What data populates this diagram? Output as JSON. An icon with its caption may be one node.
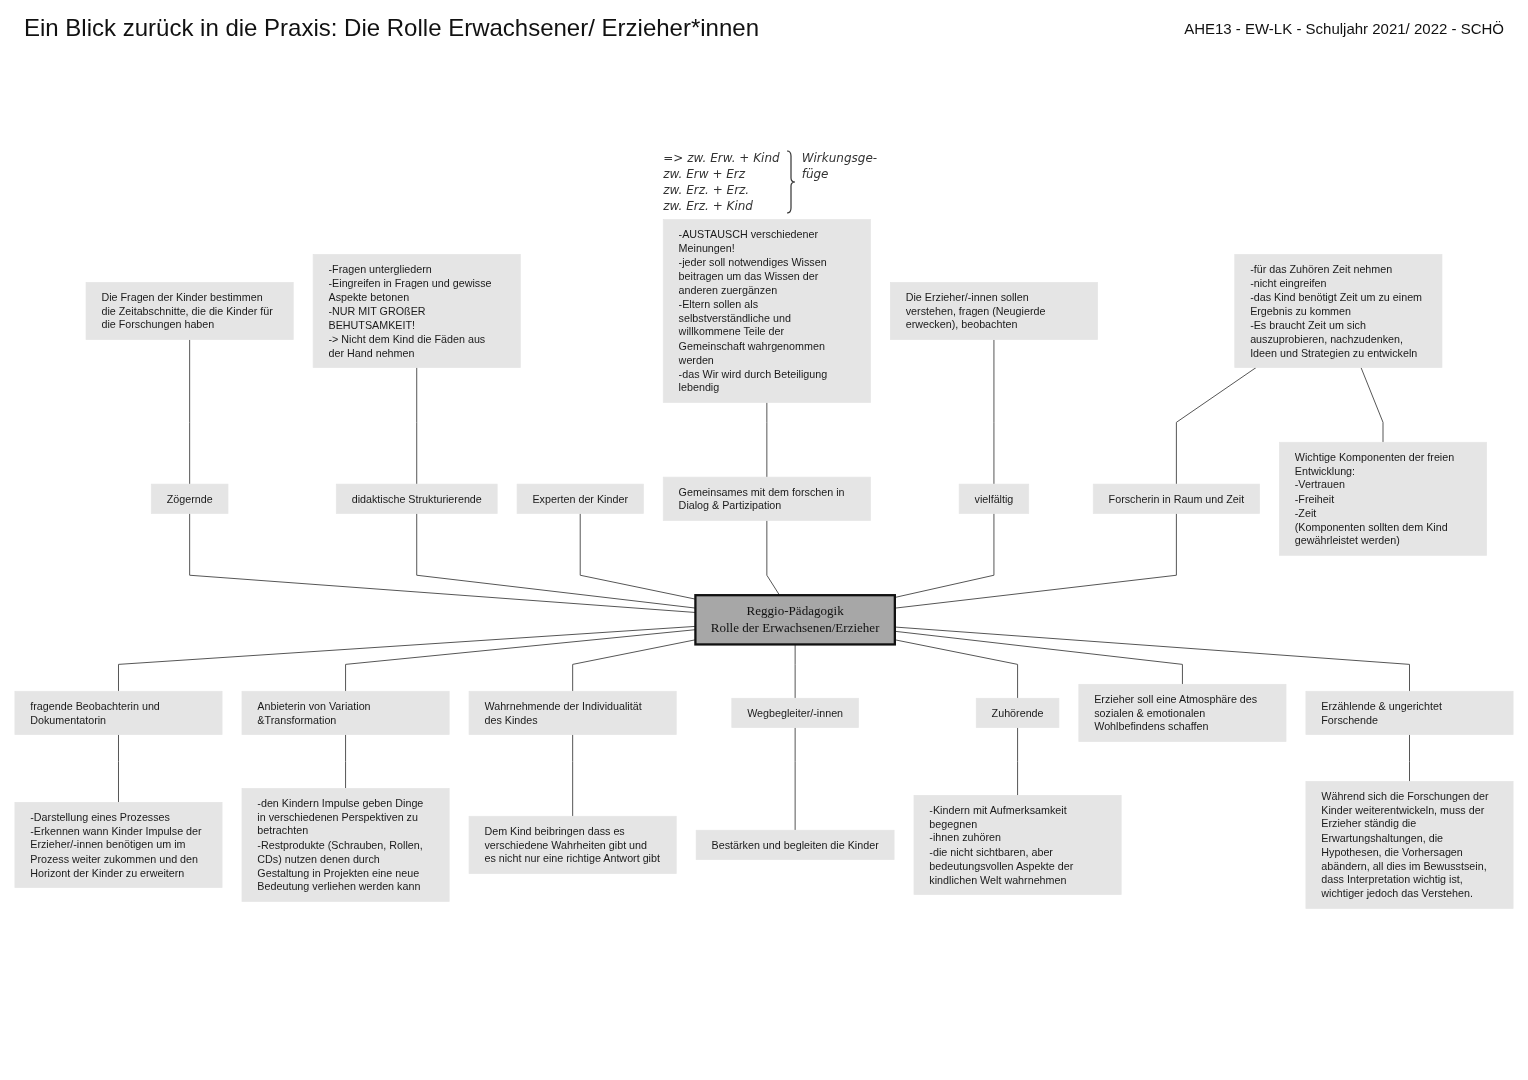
{
  "diagram": {
    "title": "Ein Blick zurück in die Praxis: Die Rolle Erwachsener/ Erzieher*innen",
    "nodes": [
      {
        "text": [
          "Reggio-Pädagogik",
          "Rolle der Erwachsenen/Erzieher"
        ]
      },
      {
        "text": [
          "Zögernde"
        ]
      },
      {
        "text": [
          "Die Fragen der Kinder bestimmen die Zeitabschnitte, die die Kinder für die Forschungen haben"
        ]
      },
      {
        "text": [
          "didaktische Strukturierende"
        ]
      },
      {
        "text": [
          "-Fragen untergliedern",
          "-Eingreifen in Fragen und gewisse Aspekte betonen",
          "-NUR MIT GROßER BEHUTSAMKEIT!",
          "-> Nicht dem Kind die Fäden aus der Hand nehmen"
        ]
      },
      {
        "text": [
          "Experten der Kinder"
        ]
      },
      {
        "text": [
          "Gemeinsames mit dem forschen in Dialog & Partizipation"
        ]
      },
      {
        "text": [
          "-AUSTAUSCH verschiedener Meinungen!",
          "-jeder soll notwendiges Wissen beitragen um das Wissen der anderen zuergänzen",
          "-Eltern sollen als selbstverständliche und willkommene Teile der Gemeinschaft wahrgenommen werden",
          "-das Wir wird durch Beteiligung lebendig"
        ],
        "beside": [
          "=> zw. Erw. + Kind",
          "zw. Erw + Erz",
          "zw. Erz. + Erz.",
          "zw. Erz. + Kind",
          "Wirkungsge- füge"
        ]
      },
      {
        "text": [
          "vielfältig"
        ]
      },
      {
        "text": [
          "Die Erzieher/-innen sollen verstehen, fragen (Neugierde erwecken), beobachten"
        ]
      },
      {
        "text": [
          "fragende Beobachterin und Dokumentatorin"
        ]
      },
      {
        "text": [
          "-Darstellung eines Prozesses",
          "-Erkennen wann Kinder Impulse der Erzieher/-innen benötigen um im Prozess weiter zukommen und den Horizont der Kinder zu erweitern"
        ]
      },
      {
        "text": [
          "Anbieterin von Variation &Transformation"
        ]
      },
      {
        "text": [
          "-den Kindern Impulse geben Dinge in verschiedenen Perspektiven zu betrachten",
          "-Restprodukte (Schrauben, Rollen, CDs) nutzen denen durch Gestaltung in Projekten eine neue Bedeutung verliehen werden kann"
        ]
      },
      {
        "text": [
          "Wahrnehmende der Individualität des Kindes"
        ]
      },
      {
        "text": [
          "Dem Kind beibringen dass es verschiedene Wahrheiten gibt und es nicht nur eine richtige Antwort gibt"
        ]
      },
      {
        "text": [
          "Wegbegleiter/-innen"
        ]
      },
      {
        "text": [
          "Bestärken und begleiten die Kinder"
        ]
      },
      {
        "text": [
          "Zuhörende"
        ]
      },
      {
        "text": [
          "-Kindern mit Aufmerksamkeit begegnen",
          "-ihnen zuhören",
          "-die nicht sichtbaren, aber bedeutungsvollen Aspekte der kindlichen Welt wahrnehmen"
        ]
      },
      {
        "text": [
          "Erzieher soll eine Atmosphäre des sozialen & emotionalen Wohlbefindens schaffen"
        ]
      },
      {
        "text": [
          "Erzählende & ungerichtet Forschende"
        ]
      },
      {
        "text": [
          "Während sich die Forschungen der Kinder weiterentwickeln, muss der Erzieher ständig die Erwartungshaltungen, die Hypothesen, die Vorhersagen abändern, all dies im Bewusstsein, dass Interpretation wichtig ist, wichtiger jedoch das Verstehen."
        ]
      },
      {
        "text": [
          "Forscherin in Raum und Zeit"
        ]
      },
      {
        "text": [
          "-für das Zuhören Zeit nehmen",
          "-nicht eingreifen",
          "-das Kind benötigt Zeit um zu einem Ergebnis zu kommen",
          "-Es braucht Zeit um sich auszuprobieren, nachzudenken, Ideen und Strategien zu entwickeln"
        ]
      },
      {
        "text": [
          "Wichtige Komponenten der freien Entwicklung:",
          "-Vertrauen",
          "-Freiheit",
          "-Zeit",
          "(Komponenten sollten dem Kind gewährleistet werden)"
        ]
      }
    ],
    "edges": [
      {
        "from": 1,
        "to": 0,
        "arrow": "none"
      },
      {
        "from": 2,
        "to": 1,
        "arrow": "none"
      },
      {
        "from": 3,
        "to": 0,
        "arrow": "none"
      },
      {
        "from": 4,
        "to": 3,
        "arrow": "none"
      },
      {
        "from": 5,
        "to": 0,
        "arrow": "none"
      },
      {
        "from": 6,
        "to": 0,
        "arrow": "none"
      },
      {
        "from": 7,
        "to": 6,
        "arrow": "none"
      },
      {
        "from": 8,
        "to": 0,
        "arrow": "none"
      },
      {
        "from": 9,
        "to": 8,
        "arrow": "none"
      },
      {
        "from": 0,
        "to": 10,
        "arrow": "none"
      },
      {
        "from": 10,
        "to": 11,
        "arrow": "none"
      },
      {
        "from": 0,
        "to": 12,
        "arrow": "none"
      },
      {
        "from": 12,
        "to": 13,
        "arrow": "none"
      },
      {
        "from": 0,
        "to": 14,
        "arrow": "none"
      },
      {
        "from": 14,
        "to": 15,
        "arrow": "none"
      },
      {
        "from": 0,
        "to": 16,
        "arrow": "none"
      },
      {
        "from": 16,
        "to": 17,
        "arrow": "none"
      },
      {
        "from": 0,
        "to": 18,
        "arrow": "none"
      },
      {
        "from": 18,
        "to": 19,
        "arrow": "none"
      },
      {
        "from": 0,
        "to": 20,
        "arrow": "none"
      },
      {
        "from": 0,
        "to": 21,
        "arrow": "none"
      },
      {
        "from": 21,
        "to": 22,
        "arrow": "none"
      },
      {
        "from": 23,
        "to": 0,
        "arrow": "none"
      },
      {
        "from": 24,
        "to": 23,
        "arrow": "none"
      },
      {
        "from": 24,
        "to": 25,
        "arrow": "none"
      }
    ],
    "labels": [
      "AHE13 - EW-LK - Schuljahr 2021/ 2022 - SCHÖ"
    ]
  }
}
